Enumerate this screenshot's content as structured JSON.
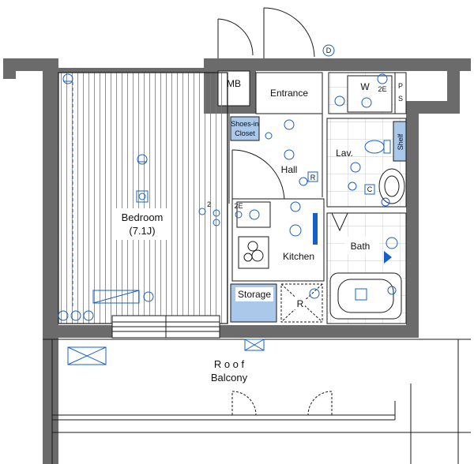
{
  "rooms": {
    "mb": "MB",
    "entrance": "Entrance",
    "washer": "W",
    "ps": [
      "P",
      "S"
    ],
    "shoes_closet": [
      "Shoes-in",
      "Closet"
    ],
    "hall": "Hall",
    "lavatory": "Lav.",
    "shelf": "Shelf",
    "bedroom": "Bedroom",
    "bedroom_size": "(7.1J)",
    "kitchen": "Kitchen",
    "bath": "Bath",
    "storage": "Storage",
    "refrigerator": "R",
    "roof": "R o o f",
    "balcony": "Balcony"
  },
  "symbols": {
    "door_bell": "D",
    "ref_outlet": "R",
    "counter": "C",
    "washer_outlet": "2E",
    "bedroom_outlet": "2",
    "kitchen_outlet": "2E"
  },
  "colors": {
    "wall": "#6b6b6b",
    "line": "#1a1a1a",
    "fixture": "#1560c8",
    "closet_fill": "#a9c8ea",
    "floor_stripe": "#777777",
    "tile_grid": "#bbbbbb"
  }
}
